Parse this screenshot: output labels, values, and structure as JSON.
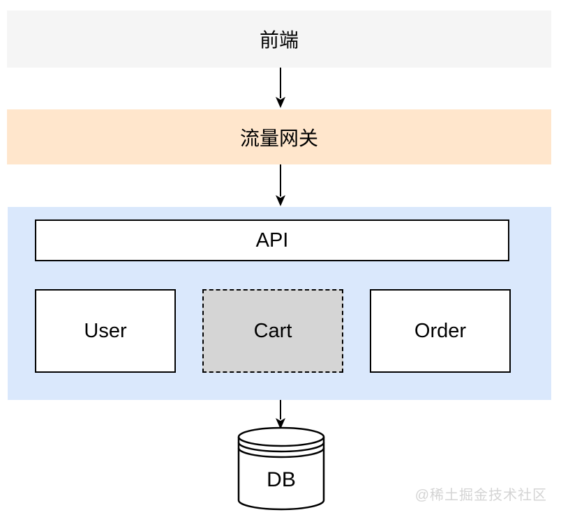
{
  "diagram": {
    "frontend": {
      "label": "前端"
    },
    "gateway": {
      "label": "流量网关"
    },
    "api": {
      "label": "API"
    },
    "services": [
      {
        "label": "User",
        "border": "solid"
      },
      {
        "label": "Cart",
        "border": "dashed"
      },
      {
        "label": "Order",
        "border": "solid"
      }
    ],
    "db": {
      "label": "DB"
    }
  },
  "watermark": {
    "text": "@稀土掘金技术社区"
  },
  "colors": {
    "frontend_bg": "#f5f5f5",
    "gateway_bg": "#ffe6cc",
    "services_container_bg": "#dae8fc",
    "cart_bg": "#d5d5d5",
    "box_bg": "#ffffff",
    "stroke": "#000000",
    "watermark": "#d4d4d4"
  }
}
